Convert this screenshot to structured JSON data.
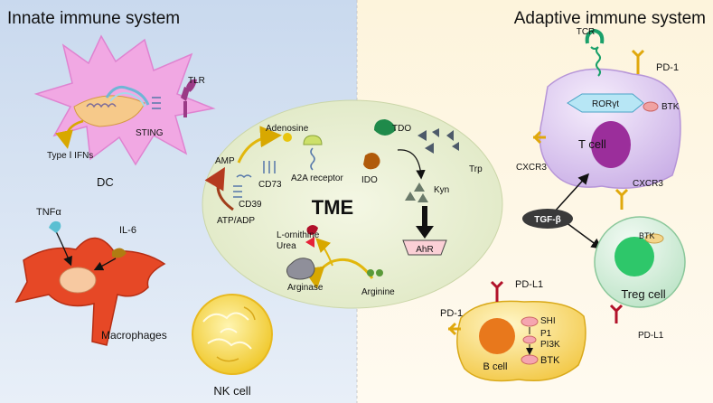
{
  "innate": {
    "title": "Innate immune system",
    "dc": {
      "label": "DC",
      "tlr": "TLR",
      "sting": "STING",
      "ifn": "Type Ⅰ IFNs"
    },
    "macrophage": {
      "label": "Macrophages",
      "tnf": "TNFα",
      "il6": "IL-6"
    },
    "nk": {
      "label": "NK cell"
    }
  },
  "adaptive": {
    "title": "Adaptive immune system",
    "tcell": {
      "label": "T cell",
      "tcr": "TCR",
      "pd1": "PD-1",
      "ror": "RORγt",
      "btk": "BTK",
      "cxcr3": "CXCR3"
    },
    "treg": {
      "label": "Treg cell",
      "cxcr3": "CXCR3",
      "btk": "BTK",
      "pdl1": "PD-L1"
    },
    "bcell": {
      "label": "B cell",
      "pdl1": "PD-L1",
      "pd1": "PD-1",
      "shi": "SHI",
      "p1": "P1",
      "pi3k": "PI3K",
      "btk": "BTK"
    },
    "tgf": "TGF-β"
  },
  "tme": {
    "title": "TME",
    "adenosine": "Adenosine",
    "amp": "AMP",
    "cd73": "CD73",
    "a2a": "A2A receptor",
    "cd39": "CD39",
    "atp": "ATP/ADP",
    "tdo": "TDO",
    "ido": "IDO",
    "trp": "Trp",
    "kyn": "Kyn",
    "ahr": "AhR",
    "lorn": "L-ornithine",
    "urea": "Urea",
    "arginase": "Arginase",
    "arginine": "Arginine"
  }
}
